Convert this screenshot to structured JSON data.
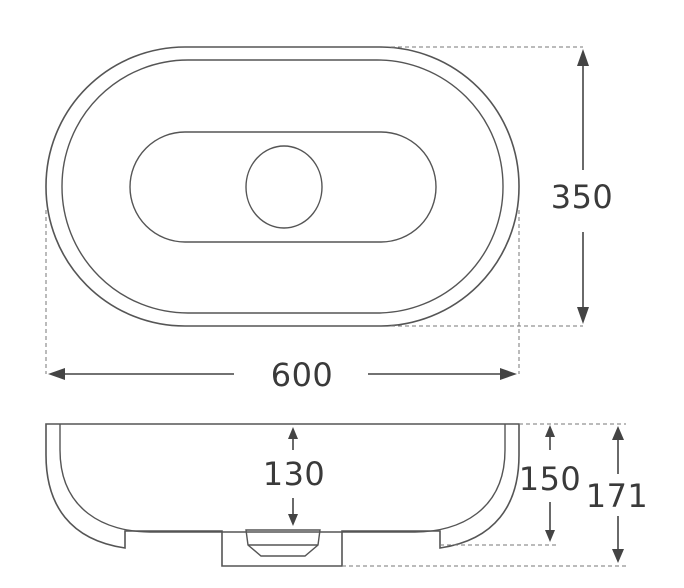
{
  "top_view": {
    "dimensions": {
      "width_label": "600",
      "depth_label": "350"
    }
  },
  "side_view": {
    "dimensions": {
      "drain_depth_label": "130",
      "inner_height_label": "150",
      "total_height_label": "171"
    }
  },
  "colors": {
    "line": "#555555",
    "dimension": "#444444",
    "background": "#ffffff"
  }
}
